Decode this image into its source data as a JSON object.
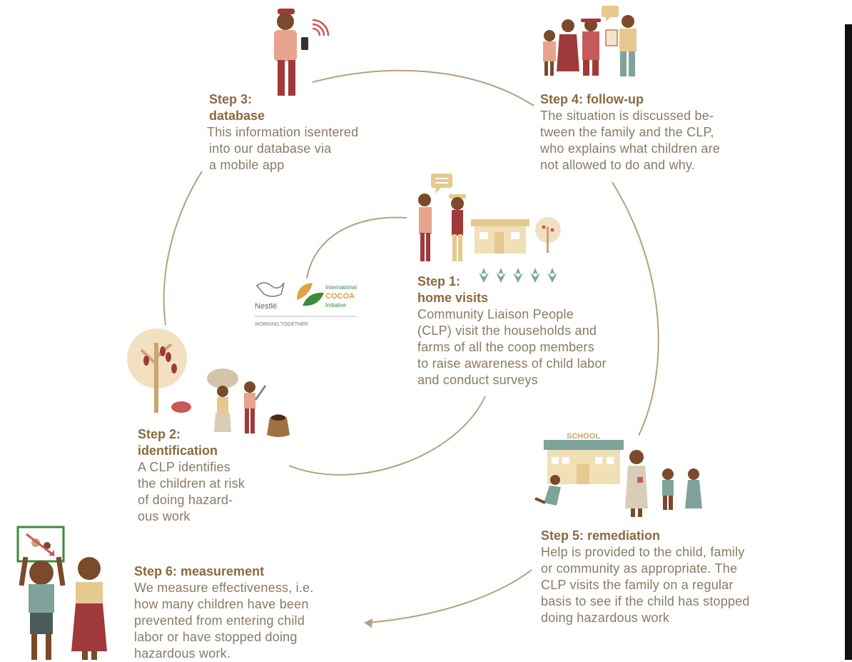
{
  "colors": {
    "heading": "#8a6a3d",
    "body_text": "#8a7a64",
    "connector": "#b79f7e",
    "skin": "#7a4a2a",
    "red_clothing": "#a03a3a",
    "beige": "#e6c98f",
    "teal": "#7fa39b"
  },
  "logos": {
    "nestle": "Nestlé",
    "icc_line1": "International",
    "icc_line2": "COCOA",
    "icc_line3": "Initiative",
    "tagline": "WORKING TOGETHER"
  },
  "step1": {
    "head_1": "Step 1:",
    "head_2": "home visits",
    "lines": [
      "Community Liaison People",
      "(CLP) visit the households and",
      "farms of all the coop members",
      "to raise awareness of child labor",
      "and conduct surveys"
    ]
  },
  "step2": {
    "head_1": "Step 2:",
    "head_2": "identification",
    "lines": [
      "A CLP identifies",
      "the children at risk",
      "of doing hazard-",
      "ous work"
    ]
  },
  "step3": {
    "head_1": "Step 3:",
    "head_2": "database",
    "lines": [
      "This information isentered",
      "into our database via",
      "a mobile app"
    ]
  },
  "step4": {
    "head": "Step 4: follow-up",
    "lines": [
      "The situation is discussed be-",
      "tween the family and the CLP,",
      "who explains what children are",
      "not allowed to do and why."
    ]
  },
  "step5": {
    "head": "Step 5: remediation",
    "lines": [
      "Help is provided to the child, family",
      "or community as appropriate. The",
      "CLP visits the family on a regular",
      "basis to see if the child has stopped",
      "doing hazardous work"
    ]
  },
  "step6": {
    "head": "Step 6: measurement",
    "lines": [
      "We measure effectiveness, i.e.",
      "how many children have been",
      "prevented from entering child",
      "labor or have stopped doing",
      "hazardous work."
    ]
  },
  "school_sign": "SCHOOL",
  "icons": [
    "farmer-with-phone-icon",
    "family-group-icon",
    "speech-bubble-icon",
    "house-icon",
    "cocoa-tree-icon",
    "crop-plants-icon",
    "children-working-icon",
    "cocoa-sack-icon",
    "school-building-icon",
    "teacher-icon",
    "children-measurement-icon",
    "no-child-labor-sign-icon"
  ]
}
